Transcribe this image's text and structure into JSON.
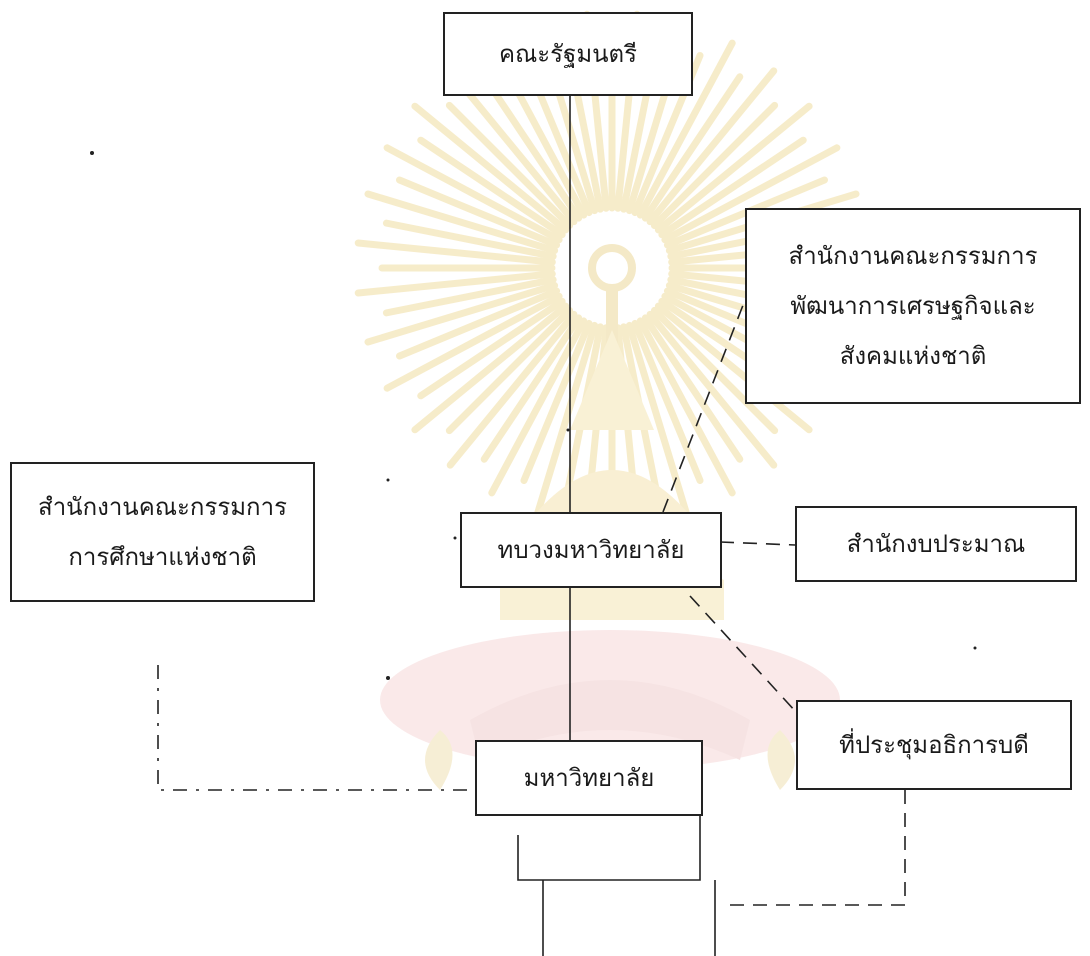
{
  "diagram": {
    "nodes": {
      "cabinet": {
        "label": "คณะรัฐมนตรี"
      },
      "nesdb": {
        "lines": [
          "สำนักงานคณะกรรมการ",
          "พัฒนาการเศรษฐกิจและ",
          "สังคมแห่งชาติ"
        ]
      },
      "onec": {
        "lines": [
          "สำนักงานคณะกรรมการ",
          "การศึกษาแห่งชาติ"
        ]
      },
      "ministry": {
        "label": "ทบวงมหาวิทยาลัย"
      },
      "budget_bureau": {
        "label": "สำนักงบประมาณ"
      },
      "council_of_rectors": {
        "label": "ที่ประชุมอธิการบดี"
      },
      "university": {
        "label": "มหาวิทยาลัย"
      }
    },
    "edges": [
      {
        "from": "cabinet",
        "to": "ministry",
        "style": "solid"
      },
      {
        "from": "ministry",
        "to": "university",
        "style": "solid"
      },
      {
        "from": "ministry",
        "to": "nesdb",
        "style": "dashed"
      },
      {
        "from": "ministry",
        "to": "budget_bureau",
        "style": "dashed"
      },
      {
        "from": "ministry",
        "to": "council_of_rectors",
        "style": "dashed"
      },
      {
        "from": "onec",
        "to": "university",
        "style": "dashed"
      },
      {
        "from": "council_of_rectors",
        "to": "university",
        "style": "dashed"
      }
    ]
  },
  "colors": {
    "line": "#222222",
    "watermark_gold": "#e8c96a",
    "watermark_red": "#e3a7a7"
  }
}
